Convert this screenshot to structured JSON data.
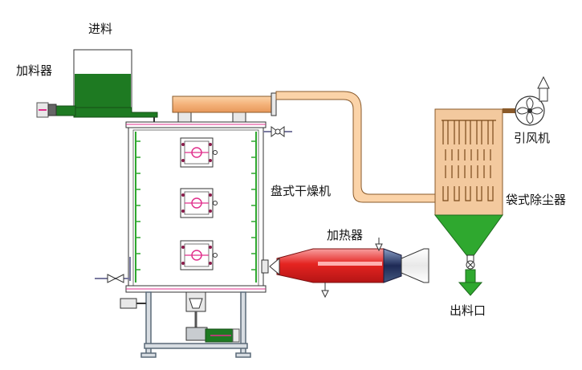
{
  "labels": {
    "feed_in": "进料",
    "feeder": "加料器",
    "tray_dryer": "盘式干燥机",
    "fan": "引风机",
    "bag_filter": "袋式除尘器",
    "heater": "加热器",
    "discharge": "出料口"
  },
  "colors": {
    "feeder_material": "#1e7a22",
    "duct": "#f4b27a",
    "bag_filter": "#f3c99e",
    "hopper_green": "#2fa82f",
    "heater_red": "#e52421",
    "heater_dark": "#2a3a6a",
    "dryer_accent": "#e0308c",
    "frame_gray": "#5a6a78"
  }
}
